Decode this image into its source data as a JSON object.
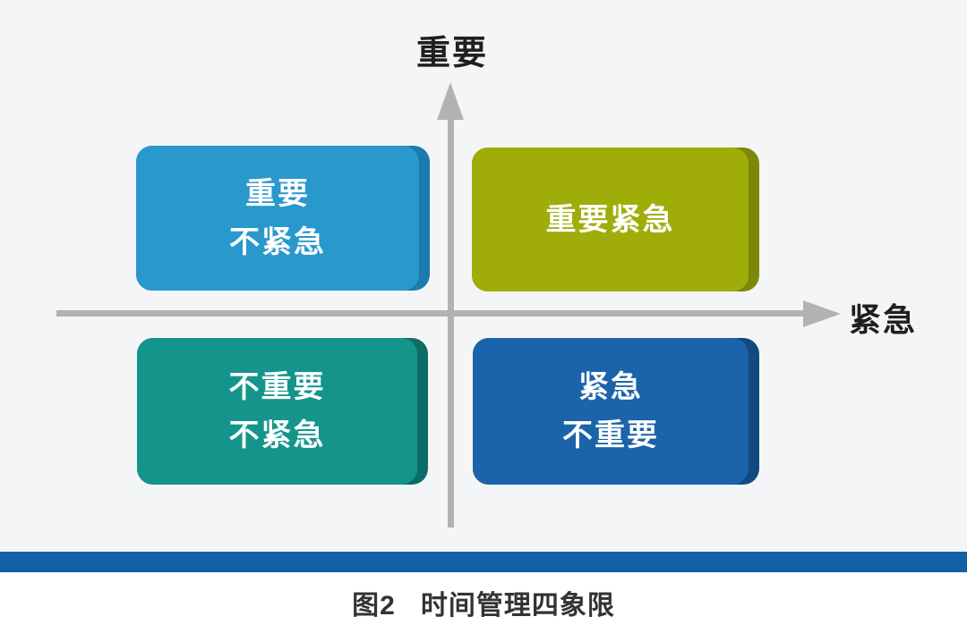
{
  "palette": {
    "canvas_bg": "#f4f5f6",
    "footer_bg": "#ffffff",
    "axis_color": "#b2b2b2",
    "axis_label_color": "#1f1f1f",
    "divider_color": "#1261a6",
    "quadrant_text_color": "#ffffff",
    "caption_color": "#333333"
  },
  "axes": {
    "y_label": "重要",
    "x_label": "紧急"
  },
  "quadrants": {
    "top_left": {
      "line1": "重要",
      "line2": "不紧急",
      "fill": "#2998cd",
      "edge": "#1a7cab"
    },
    "top_right": {
      "line1": "重要紧急",
      "fill": "#a0ad09",
      "edge": "#7d8807"
    },
    "bottom_left": {
      "line1": "不重要",
      "line2": "不紧急",
      "fill": "#14958c",
      "edge": "#0a6d66"
    },
    "bottom_right": {
      "line1": "紧急",
      "line2": "不重要",
      "fill": "#1b63aa",
      "edge": "#124a80"
    }
  },
  "caption": {
    "figure_label": "图2",
    "title": "时间管理四象限"
  }
}
